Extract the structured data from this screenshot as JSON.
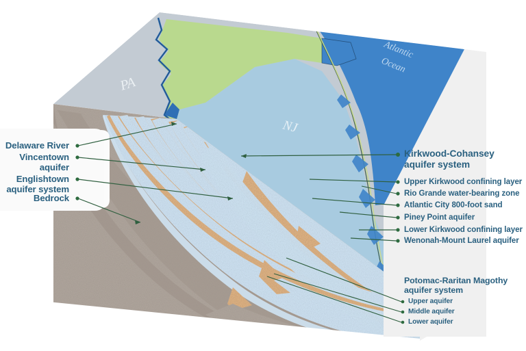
{
  "figure": {
    "type": "block-diagram",
    "subject": "New Jersey Coastal Plain aquifer system block diagram"
  },
  "map": {
    "state_labels": [
      {
        "name": "PA",
        "text": "PA"
      },
      {
        "name": "NJ",
        "text": "NJ"
      }
    ],
    "water_labels": [
      {
        "name": "Atlantic Ocean",
        "line1": "Atlantic",
        "line2": "Ocean"
      }
    ]
  },
  "colors": {
    "label_text": "#2b6180",
    "leader_line": "#2f5f3f",
    "leader_dot": "#2d6b3f",
    "sand": "#e3b686",
    "clay": "#cfe3f3",
    "bedrock": "#b0a69d",
    "bedrock_dark": "#9b8f86",
    "map_pa": "#c3cbd3",
    "map_land": "#b9d98e",
    "map_coastal": "#a8cbe0",
    "map_ocean": "#3f84c9",
    "panel_gray": "#f0f0f0",
    "panel_white": "#fafafa"
  },
  "labels_left": [
    {
      "name": "delaware-river",
      "text": "Delaware River"
    },
    {
      "name": "vincentown-aquifer",
      "text": "Vincentown\naquifer"
    },
    {
      "name": "englishtown-aquifer-system",
      "text": "Englishtown\naquifer system"
    },
    {
      "name": "bedrock",
      "text": "Bedrock"
    }
  ],
  "labels_right": [
    {
      "name": "kirkwood-cohansey-aquifer-system",
      "text": "Kirkwood-Cohansey\naquifer system",
      "size": "major"
    },
    {
      "name": "upper-kirkwood-confining-layer",
      "text": "Upper Kirkwood confining layer",
      "size": "mid"
    },
    {
      "name": "rio-grande-water-bearing-zone",
      "text": "Rio Grande water-bearing zone",
      "size": "mid"
    },
    {
      "name": "atlantic-city-800-foot-sand",
      "text": "Atlantic City 800-foot sand",
      "size": "mid"
    },
    {
      "name": "piney-point-aquifer",
      "text": "Piney Point aquifer",
      "size": "mid"
    },
    {
      "name": "lower-kirkwood-confining-layer",
      "text": "Lower Kirkwood confining layer",
      "size": "mid"
    },
    {
      "name": "wenonah-mount-laurel-aquifer",
      "text": "Wenonah-Mount Laurel aquifer",
      "size": "mid"
    }
  ],
  "group_potomac": {
    "title": "Potomac-Raritan Magothy\naquifer system",
    "items": [
      {
        "name": "upper-aquifer",
        "text": "Upper aquifer"
      },
      {
        "name": "middle-aquifer",
        "text": "Middle aquifer"
      },
      {
        "name": "lower-aquifer",
        "text": "Lower aquifer"
      }
    ]
  }
}
